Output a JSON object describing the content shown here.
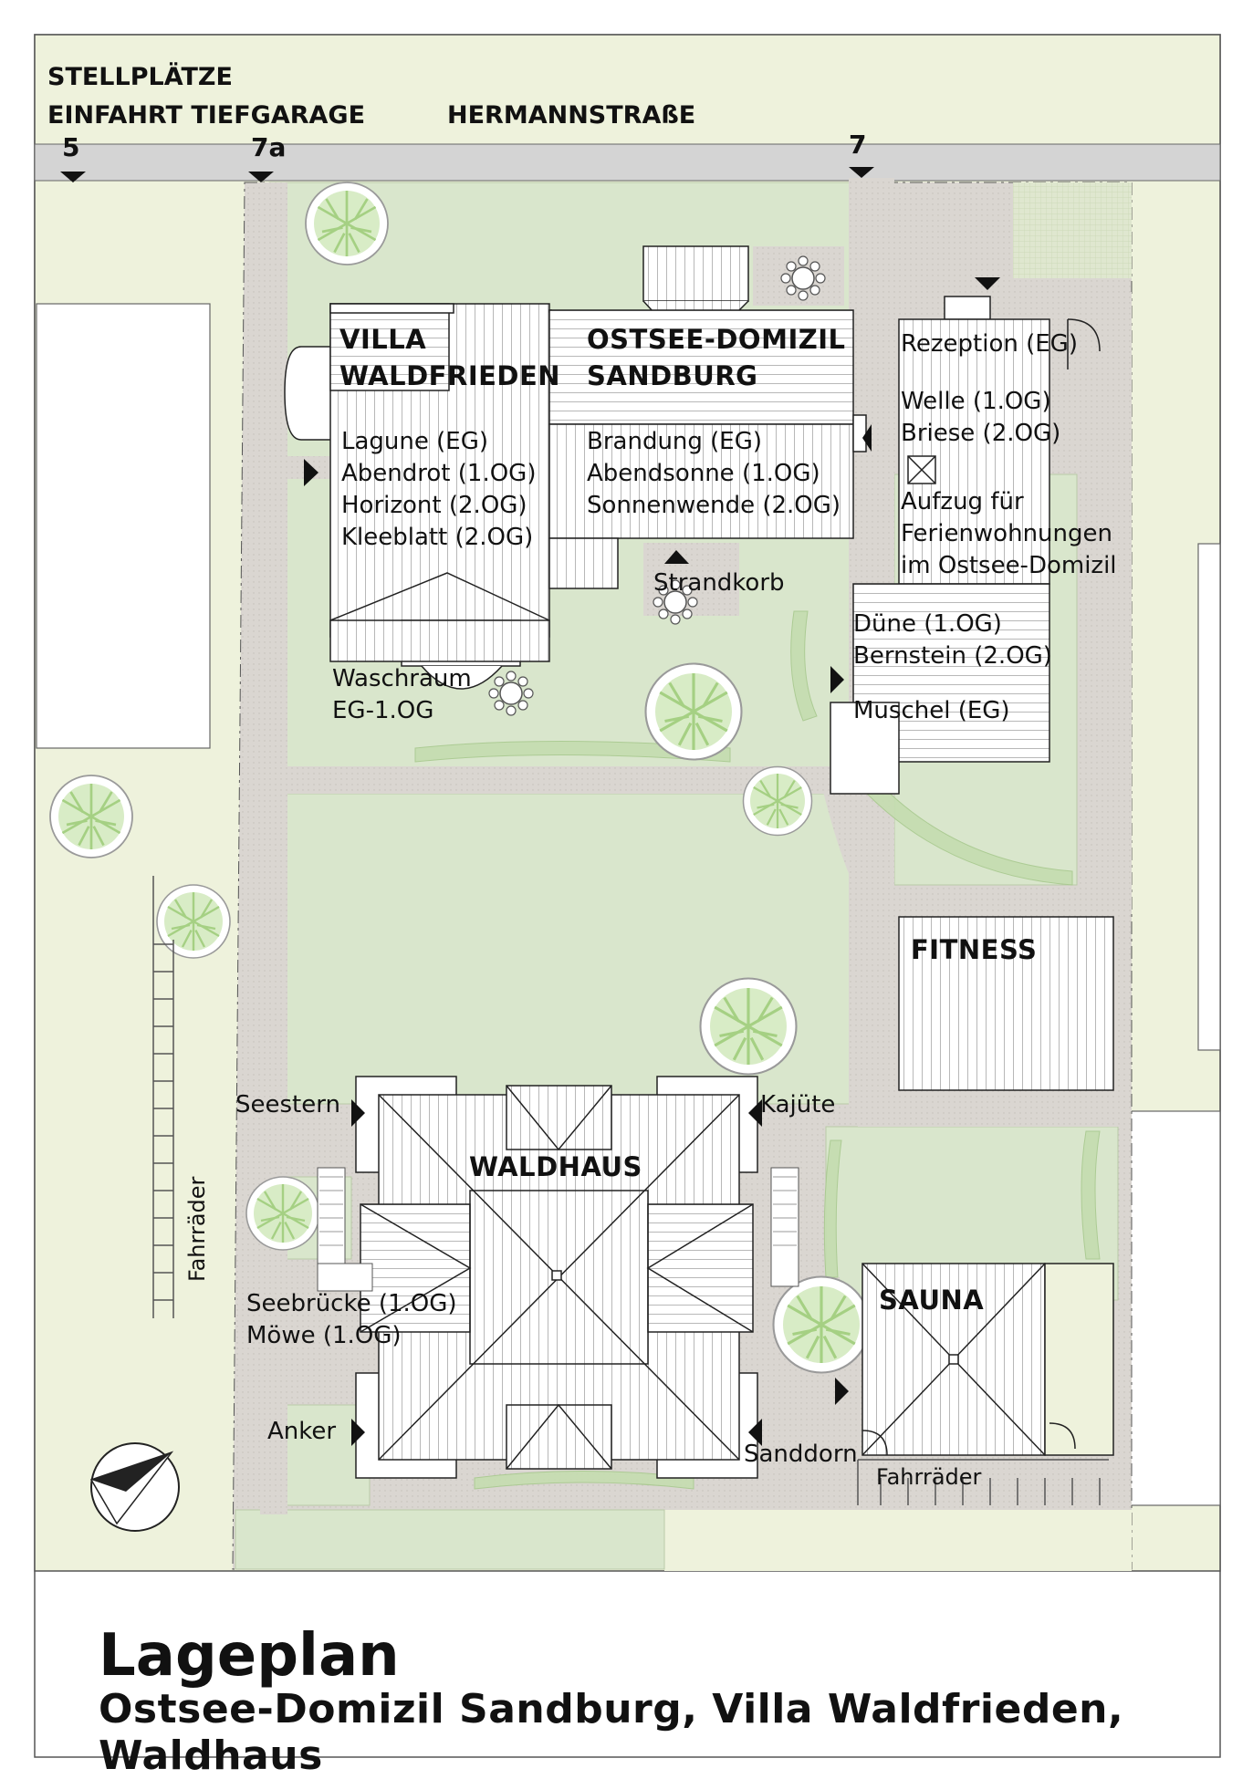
{
  "street": {
    "parking_line1": "STELLPLÄTZE",
    "parking_line2": "EINFAHRT TIEFGARAGE",
    "name": "HERMANNSTRAßE",
    "numbers": [
      "5",
      "7a",
      "7"
    ]
  },
  "buildings": {
    "villa_waldfrieden": {
      "name_line1": "VILLA",
      "name_line2": "WALDFRIEDEN",
      "units": [
        "Lagune (EG)",
        "Abendrot (1.OG)",
        "Horizont (2.OG)",
        "Kleeblatt (2.OG)"
      ]
    },
    "ostsee_domizil": {
      "name_line1": "OSTSEE-DOMIZIL",
      "name_line2": "SANDBURG",
      "units": [
        "Brandung (EG)",
        "Abendsonne (1.OG)",
        "Sonnenwende (2.OG)"
      ]
    },
    "east_wing": {
      "reception": "Rezeption (EG)",
      "units_upper": [
        "Welle (1.OG)",
        "Briese (2.OG)"
      ],
      "elevator": [
        "Aufzug für",
        "Ferienwohnungen",
        "im Ostsee-Domizil"
      ],
      "units_lower": [
        "Düne (1.OG)",
        "Bernstein (2.OG)"
      ],
      "unit_ground": "Muschel (EG)"
    },
    "fitness": "FITNESS",
    "waldhaus": "WALDHAUS",
    "sauna": "SAUNA"
  },
  "labels": {
    "strandkorb": "Strandkorb",
    "waschraum": [
      "Waschraum",
      "EG-1.OG"
    ],
    "seestern": "Seestern",
    "kajuete": "Kajüte",
    "seebruecke": [
      "Seebrücke (1.OG)",
      "Möwe (1.OG)"
    ],
    "anker": "Anker",
    "sanddorn": "Sanddorn",
    "fahrraeder_vertical": "Fahrräder",
    "fahrraeder_sauna": "Fahrräder"
  },
  "footer": {
    "title": "Lageplan",
    "subtitle": "Ostsee-Domizil Sandburg, Villa Waldfrieden, Waldhaus"
  },
  "colors": {
    "outer_green": "#eef2dc",
    "lawn": "#d9e6cc",
    "path": "#dad6d1",
    "street": "#d4d4d4",
    "tree": "#9cc97a",
    "building_fill": "#ffffff",
    "line": "#111111"
  },
  "icons": {
    "compass": "north-arrow-icon",
    "entrance": "triangle-entrance-icon",
    "tree": "tree-icon",
    "table": "table-with-chairs-icon",
    "elevator": "elevator-x-icon"
  }
}
